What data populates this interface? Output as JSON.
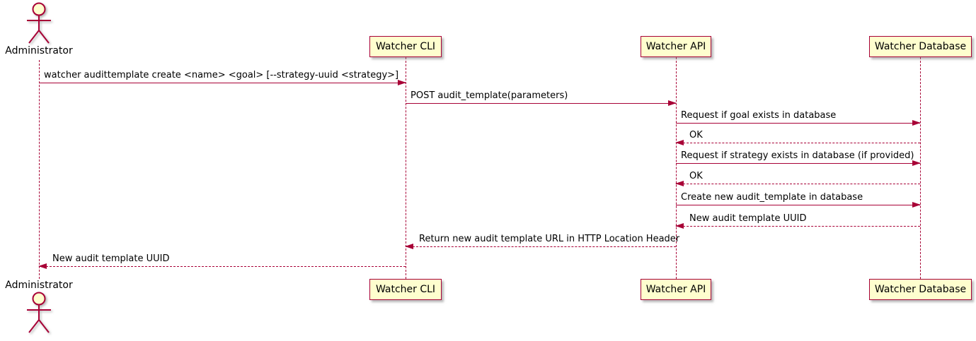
{
  "diagram": {
    "type": "uml-sequence",
    "colors": {
      "participant_fill": "#FEFECE",
      "stroke": "#A80036",
      "text": "#000000",
      "background": "#FFFFFF"
    }
  },
  "participants": [
    {
      "name": "Administrator",
      "kind": "actor"
    },
    {
      "name": "Watcher CLI",
      "kind": "participant"
    },
    {
      "name": "Watcher API",
      "kind": "participant"
    },
    {
      "name": "Watcher Database",
      "kind": "participant"
    }
  ],
  "messages": [
    {
      "from": "Administrator",
      "to": "Watcher CLI",
      "style": "solid",
      "direction": "right",
      "text": "watcher audittemplate create <name> <goal> [--strategy-uuid <strategy>]"
    },
    {
      "from": "Watcher CLI",
      "to": "Watcher API",
      "style": "solid",
      "direction": "right",
      "text": "POST audit_template(parameters)"
    },
    {
      "from": "Watcher API",
      "to": "Watcher Database",
      "style": "solid",
      "direction": "right",
      "text": "Request if goal exists in database"
    },
    {
      "from": "Watcher Database",
      "to": "Watcher API",
      "style": "dashed",
      "direction": "left",
      "text": "OK"
    },
    {
      "from": "Watcher API",
      "to": "Watcher Database",
      "style": "solid",
      "direction": "right",
      "text": "Request if strategy exists in database (if provided)"
    },
    {
      "from": "Watcher Database",
      "to": "Watcher API",
      "style": "dashed",
      "direction": "left",
      "text": "OK"
    },
    {
      "from": "Watcher API",
      "to": "Watcher Database",
      "style": "solid",
      "direction": "right",
      "text": "Create new audit_template in database"
    },
    {
      "from": "Watcher Database",
      "to": "Watcher API",
      "style": "dashed",
      "direction": "left",
      "text": "New audit template UUID"
    },
    {
      "from": "Watcher API",
      "to": "Watcher CLI",
      "style": "dashed",
      "direction": "left",
      "text": "Return new audit template URL in HTTP Location Header"
    },
    {
      "from": "Watcher CLI",
      "to": "Administrator",
      "style": "dashed",
      "direction": "left",
      "text": "New audit template UUID"
    }
  ]
}
